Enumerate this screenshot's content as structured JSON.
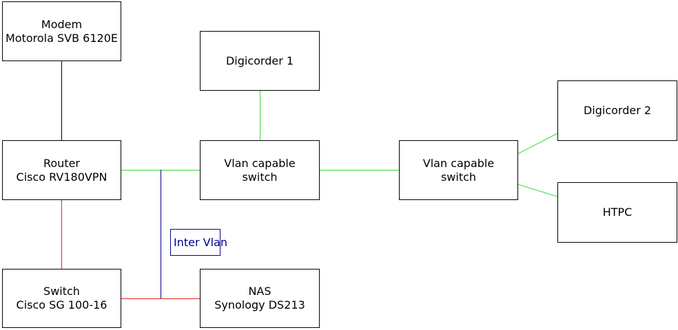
{
  "nodes": {
    "modem": {
      "line1": "Modem",
      "line2": "Motorola SVB 6120E"
    },
    "router": {
      "line1": "Router",
      "line2": "Cisco RV180VPN"
    },
    "switch": {
      "line1": "Switch",
      "line2": "Cisco SG 100-16"
    },
    "vlan_switch_1": {
      "line1": "Vlan capable",
      "line2": "switch"
    },
    "vlan_switch_2": {
      "line1": "Vlan capable",
      "line2": "switch"
    },
    "nas": {
      "line1": "NAS",
      "line2": "Synology DS213"
    },
    "digicorder1": {
      "line1": "Digicorder 1"
    },
    "digicorder2": {
      "line1": "Digicorder 2"
    },
    "htpc": {
      "line1": "HTPC"
    }
  },
  "inter_vlan_label": "Inter Vlan",
  "colors": {
    "vlan_link": "#33dd33",
    "lan_link": "#dd2222",
    "wan_link": "#000000",
    "inter_vlan": "#00008b"
  }
}
